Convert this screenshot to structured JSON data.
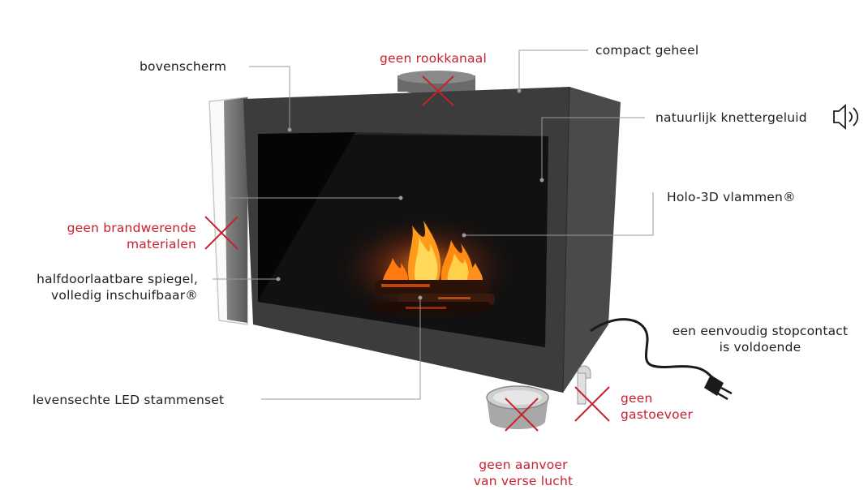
{
  "labels": {
    "bovenscherm": "bovenscherm",
    "geen_rookkanaal": "geen rookkanaal",
    "compact_geheel": "compact geheel",
    "knettergeluid": "natuurlijk knettergeluid",
    "holo3d": "Holo-3D vlammen®",
    "geen_brandwerende": [
      "geen brandwerende",
      "materialen"
    ],
    "spiegel": [
      "halfdoorlaatbare spiegel,",
      "volledig inschuifbaar®"
    ],
    "stopcontact": [
      "een eenvoudig stopcontact",
      "is voldoende"
    ],
    "led": "levensechte LED stammenset",
    "geen_gastoevoer": [
      "geen",
      "gastoevoer"
    ],
    "geen_aanvoer": [
      "geen aanvoer",
      "van verse lucht"
    ]
  },
  "colors": {
    "accent_red": "#c8202e",
    "text": "#1e1e1e",
    "leader": "#9a9a9a",
    "body_dark": "#3a3a3a"
  },
  "icons": [
    "speaker-icon",
    "cross-icon",
    "power-plug-icon"
  ]
}
